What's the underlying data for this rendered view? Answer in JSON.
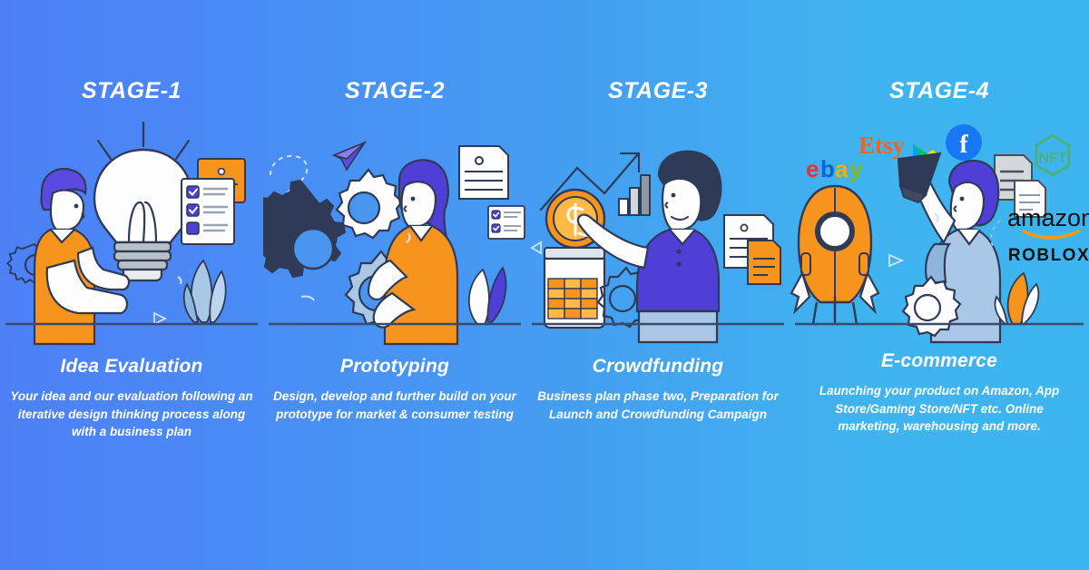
{
  "background": {
    "gradient_from": "#4d80f7",
    "gradient_to": "#3eb5ee"
  },
  "palette": {
    "orange": "#f7941e",
    "orange_dark": "#f0862a",
    "purple": "#4f3fd6",
    "purple_light": "#5b4ae0",
    "ink": "#2f3a56",
    "white": "#ffffff",
    "gray": "#b9bfc9",
    "light_blue": "#a9c8e8"
  },
  "stages": [
    {
      "label": "STAGE-1",
      "title": "Idea Evaluation",
      "description": "Your idea and our evaluation following an iterative design thinking process along with a business plan",
      "illustration": "person-holding-lightbulb-with-checklist"
    },
    {
      "label": "STAGE-2",
      "title": "Prototyping",
      "description": "Design, develop and further build on your prototype for market & consumer testing",
      "illustration": "woman-with-gears-and-documents"
    },
    {
      "label": "STAGE-3",
      "title": "Crowdfunding",
      "description": "Business plan phase two, Preparation for Launch and Crowdfunding Campaign",
      "illustration": "person-dropping-coin-into-savings-jar"
    },
    {
      "label": "STAGE-4",
      "title": "E-commerce",
      "description": "Launching your product on Amazon, App Store/Gaming Store/NFT etc. Online marketing, warehousing and more.",
      "illustration": "person-with-rocket-and-marketplace-logos"
    }
  ],
  "brand_logos": [
    {
      "name": "ebay",
      "text": "ebay",
      "colors": [
        "#e53238",
        "#0064d2",
        "#f5af02",
        "#86b817"
      ]
    },
    {
      "name": "etsy",
      "text": "Etsy",
      "color": "#f1641e"
    },
    {
      "name": "google-play",
      "text": "",
      "colors": [
        "#00a0ff",
        "#ffd400",
        "#ff3a44",
        "#00c853"
      ]
    },
    {
      "name": "facebook",
      "text": "f",
      "color": "#1877f2"
    },
    {
      "name": "nft",
      "text": "NFT",
      "color": "#4caf7d"
    },
    {
      "name": "amazon",
      "text": "amazon",
      "color": "#111111",
      "accent": "#ff9900"
    },
    {
      "name": "roblox",
      "text": "ROBLOX",
      "color": "#111111"
    }
  ]
}
